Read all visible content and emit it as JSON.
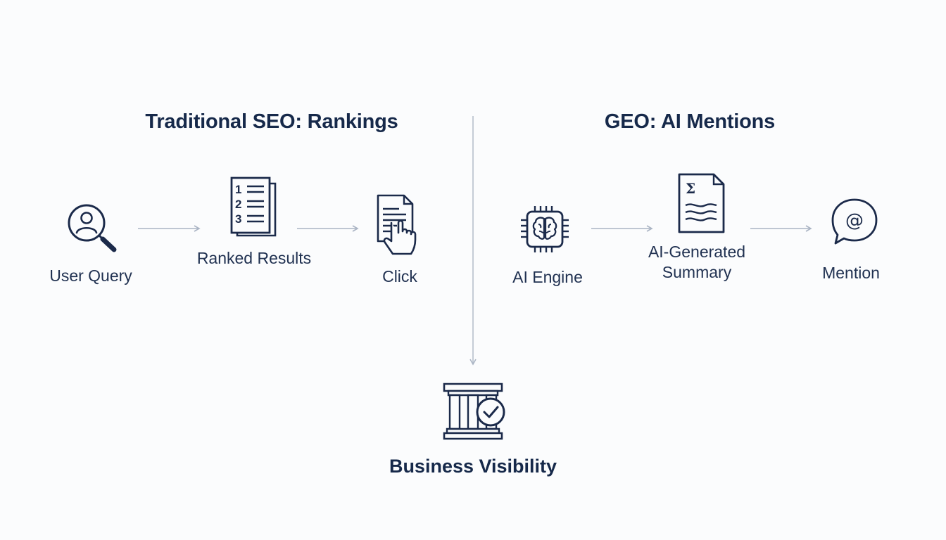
{
  "left_section": {
    "title": "Traditional SEO: Rankings",
    "steps": [
      {
        "label": "User Query",
        "icon": "user-search-icon"
      },
      {
        "label": "Ranked Results",
        "icon": "ranked-list-document-icon"
      },
      {
        "label": "Click",
        "icon": "document-click-hand-icon"
      }
    ]
  },
  "right_section": {
    "title": "GEO: AI Mentions",
    "steps": [
      {
        "label": "AI Engine",
        "icon": "ai-brain-chip-icon"
      },
      {
        "label": "AI-Generated Summary",
        "icon": "summary-document-icon"
      },
      {
        "label": "Mention",
        "icon": "at-mention-bubble-icon"
      }
    ]
  },
  "outcome": {
    "label": "Business Visibility",
    "icon": "institution-check-icon"
  },
  "colors": {
    "primary": "#1b2a4a",
    "connector": "#aab4c4",
    "background": "#fbfcfd"
  }
}
